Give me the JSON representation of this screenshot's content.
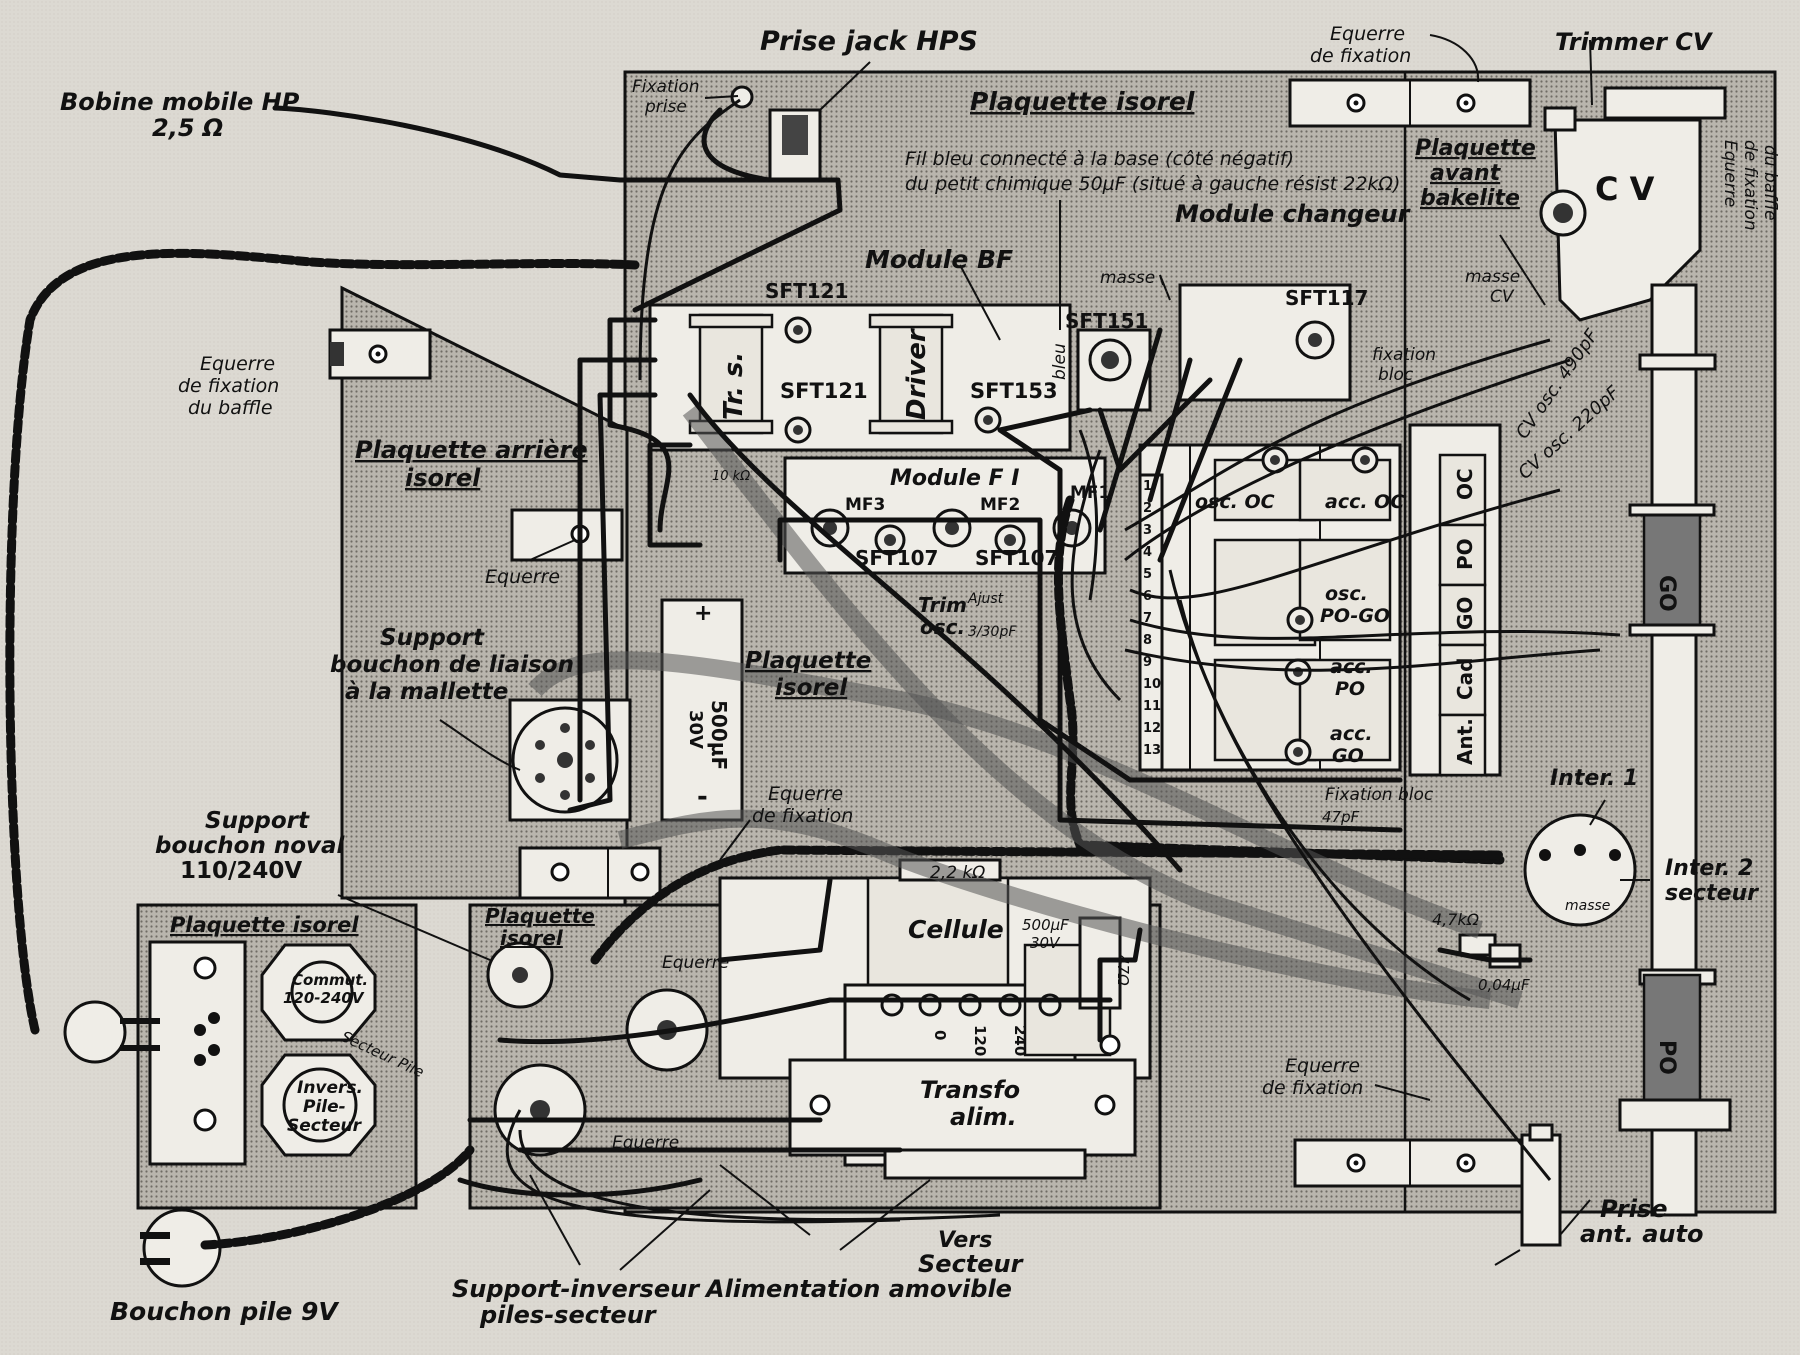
{
  "labels": {
    "prise_jack": "Prise jack HPS",
    "bobine_mobile_1": "Bobine mobile HP",
    "bobine_mobile_2": "2,5 Ω",
    "fixation_prise_1": "Fixation",
    "fixation_prise_2": "prise",
    "plaquette_isorel_top": "Plaquette isorel",
    "equerre_fix_top_1": "Equerre",
    "equerre_fix_top_2": "de fixation",
    "trimmer_cv": "Trimmer CV",
    "plaquette_avant_1": "Plaquette",
    "plaquette_avant_2": "avant",
    "plaquette_avant_3": "bakelite",
    "fil_bleu_1": "Fil bleu connecté à la base (côté négatif)",
    "fil_bleu_2": "du petit chimique 50µF (situé à gauche résist 22kΩ)",
    "module_changeur": "Module changeur",
    "module_bf": "Module BF",
    "masse": "masse",
    "masse_cv_1": "masse",
    "masse_cv_2": "CV",
    "cv": "C V",
    "equerre_baffle_right_1": "Equerre",
    "equerre_baffle_right_2": "de fixation",
    "equerre_baffle_right_3": "du baffle",
    "equerre_baffle_left_1": "Equerre",
    "equerre_baffle_left_2": "de fixation",
    "equerre_baffle_left_3": "du baffle",
    "sft121_top": "SFT121",
    "sft121": "SFT121",
    "sft153": "SFT153",
    "sft151": "SFT151",
    "sft117": "SFT117",
    "tr_s": "Tr. s.",
    "driver": "Driver",
    "bleu": "bleu",
    "fixation_bloc_top_1": "fixation",
    "fixation_bloc_top_2": "bloc",
    "cv_osc_490": "CV osc. 490pF",
    "cv_osc_220": "CV osc. 220pF",
    "plaquette_arriere_1": "Plaquette arrière",
    "plaquette_arriere_2": "isorel",
    "module_fi": "Module F I",
    "r10k": "10 kΩ",
    "mf3": "MF3",
    "mf2": "MF2",
    "mf1": "MF1",
    "sft107a": "SFT107",
    "sft107b": "SFT107",
    "equerre_mid": "Equerre",
    "osc_oc": "osc. OC",
    "acc_oc": "acc. OC",
    "osc_pogo_1": "osc.",
    "osc_pogo_2": "PO-GO",
    "acc_po_1": "acc.",
    "acc_po_2": "PO",
    "acc_go_1": "acc.",
    "acc_go_2": "GO",
    "tab_oc": "OC",
    "tab_po": "PO",
    "tab_go": "GO",
    "tab_cad": "Cad",
    "tab_ant": "Ant.",
    "ferrite_go": "GO",
    "ferrite_po": "PO",
    "trim_osc_1": "Trim",
    "trim_osc_2": "osc.",
    "ajust_1": "Ajust",
    "ajust_2": "3/30pF",
    "support_liaison_1": "Support",
    "support_liaison_2": "bouchon de liaison",
    "support_liaison_3": "à la mallette",
    "plaquette_isorel_mid_1": "Plaquette",
    "plaquette_isorel_mid_2": "isorel",
    "chimique_500_1": "500µF",
    "chimique_500_2": "30V",
    "plus": "+",
    "minus": "-",
    "equerre_fix_mid_1": "Equerre",
    "equerre_fix_mid_2": "de fixation",
    "fixation_bloc_bottom": "Fixation bloc",
    "c47pf": "47pF",
    "inter1": "Inter. 1",
    "inter2_1": "Inter. 2",
    "inter2_2": "secteur",
    "masse_inter": "masse",
    "r47k": "4,7kΩ",
    "c004": "0,04µF",
    "support_noval_1": "Support",
    "support_noval_2": "bouchon noval",
    "support_noval_3": "110/240V",
    "plaquette_isorel_left": "Plaquette isorel",
    "commut_1": "Commut.",
    "commut_2": "120-240V",
    "secteur_pile": "Secteur Pile",
    "invers_1": "Invers.",
    "invers_2": "Pile-",
    "invers_3": "Secteur",
    "plaquette_isorel_psu_1": "Plaquette",
    "plaquette_isorel_psu_2": "isorel",
    "r22k": "2,2 kΩ",
    "cellule": "Cellule",
    "c500_psu_1": "500µF",
    "c500_psu_2": "30V",
    "r47": "47Ω",
    "equerre_psu": "Equerre",
    "tap_0": "0",
    "tap_120": "120",
    "tap_240": "240",
    "transfo_1": "Transfo",
    "transfo_2": "alim.",
    "equerre_psu_bottom": "Equerre",
    "equerre_fix_bottom_1": "Equerre",
    "equerre_fix_bottom_2": "de fixation",
    "bouchon_pile": "Bouchon pile 9V",
    "support_inverseur_1": "Support-inverseur",
    "support_inverseur_2": "piles-secteur",
    "alimentation": "Alimentation amovible",
    "vers": "Vers",
    "secteur": "Secteur",
    "prise_ant_1": "Prise",
    "prise_ant_2": "ant. auto",
    "strip_nums": [
      "1",
      "2",
      "3",
      "4",
      "5",
      "6",
      "7",
      "8",
      "9",
      "10",
      "11",
      "12",
      "13"
    ]
  }
}
